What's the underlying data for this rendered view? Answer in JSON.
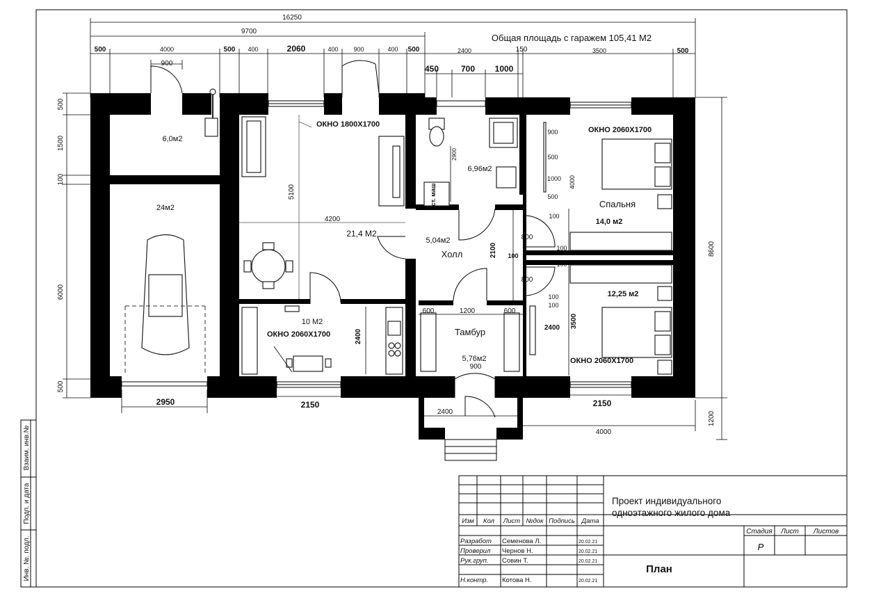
{
  "title_area": "Общая площадь с гаражем 105,41 М2",
  "dimensions": {
    "top_total": "16250",
    "top_house": "9700",
    "top_row": [
      "500",
      "4000",
      "500",
      "400",
      "2060",
      "400",
      "900",
      "400",
      "500",
      "2400",
      "150",
      "3500",
      "500"
    ],
    "top_row2": [
      "450",
      "700",
      "1000"
    ],
    "door_900": "900",
    "left": [
      "500",
      "1500",
      "100",
      "6000",
      "500"
    ],
    "right": "8600",
    "right_1200": "1200",
    "bottom": [
      "2950",
      "2150",
      "2400",
      "2150",
      "4000"
    ],
    "inner": {
      "d5100": "5100",
      "d4200": "4200",
      "d2900": "2900",
      "d2100": "2100",
      "d800a": "800",
      "d100c": "100",
      "d800b": "800",
      "d2400k": "2400",
      "d1200": "1200",
      "d600a": "600",
      "d600b": "600",
      "d900t": "900",
      "d900s": "900",
      "d500s1": "500",
      "d1000s": "1000",
      "d500s2": "500",
      "d100s": "100",
      "d4000s": "4000",
      "d100w1": "100",
      "d100w2": "100",
      "d100l1": "100",
      "d100l2": "100",
      "d2400b": "2400",
      "d3500b": "3500"
    }
  },
  "windows": {
    "w_living": "ОКНО 1800Х1700",
    "w_bed1": "ОКНО 2060Х1700",
    "w_kitchen": "ОКНО 2060Х1700",
    "w_bed2": "ОКНО 2060Х1700"
  },
  "rooms": {
    "storage": "6,0м2",
    "garage": "24м2",
    "living": "21,4 М2",
    "bath": "6,96м2",
    "laundry": "ст. маш",
    "hall_area": "5,04м2",
    "hall_name": "Холл",
    "kitchen": "10 М2",
    "vestibule_name": "Тамбур",
    "vestibule_area": "5,76м2",
    "bedroom_name": "Спальня",
    "bedroom1": "14,0 м2",
    "bedroom2": "12,25 м2"
  },
  "side_stamps": [
    "Взаим. инв.№",
    "Подп. и дата",
    "Инв. №. подл."
  ],
  "stamp": {
    "col_headers": [
      "Изм",
      "Кол",
      "Лист",
      "№док",
      "Подпись",
      "Дата"
    ],
    "rows": [
      {
        "role": "Разработ",
        "name": "Семенова Л.",
        "date": "20.02.21"
      },
      {
        "role": "Проверил",
        "name": "Чернов Н.",
        "date": "20.02.21"
      },
      {
        "role": "Рук.груп.",
        "name": "Совин Т.",
        "date": "20.02.21"
      },
      {
        "role": "",
        "name": "",
        "date": ""
      },
      {
        "role": "Н.контр.",
        "name": "Котова Н.",
        "date": "20.02.21"
      }
    ],
    "project": "Проект индивидуального одноэтажного жилого дома",
    "stage_headers": [
      "Стадия",
      "Лист",
      "Листов"
    ],
    "stage_value": "Р",
    "sheet_name": "План"
  }
}
